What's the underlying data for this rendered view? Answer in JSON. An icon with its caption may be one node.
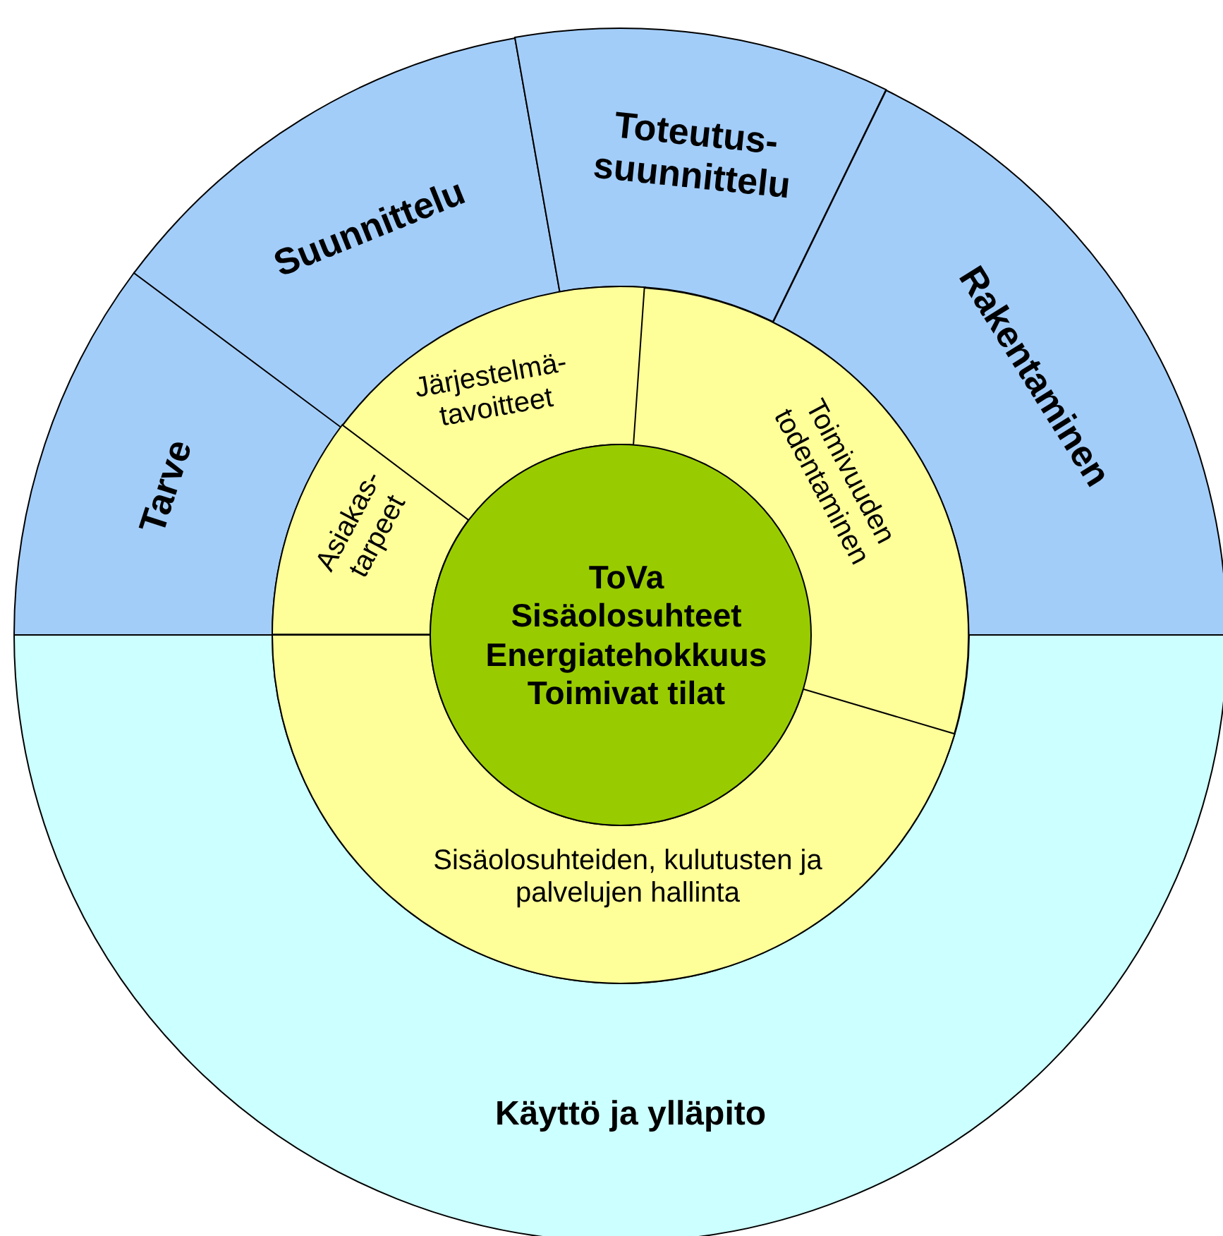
{
  "diagram": {
    "nodes": [
      {
        "text": [
          "Tarve"
        ]
      },
      {
        "text": [
          "Suunnittelu"
        ]
      },
      {
        "text": [
          "Toteutus- suunnittelu"
        ]
      },
      {
        "text": [
          "Rakentaminen"
        ]
      },
      {
        "text": [
          "Käyttö ja ylläpito"
        ]
      },
      {
        "text": [
          "Asiakas- tarpeet"
        ]
      },
      {
        "text": [
          "Järjestelmä- tavoitteet"
        ]
      },
      {
        "text": [
          "Toimivuuden todentaminen"
        ]
      },
      {
        "text": [
          "Sisäolosuhteiden, kulutusten ja palvelujen hallinta"
        ]
      },
      {
        "text": [
          "ToVa",
          "Sisäolosuhteet",
          "Energiatehokkuus",
          "Toimivat tilat"
        ]
      }
    ]
  }
}
